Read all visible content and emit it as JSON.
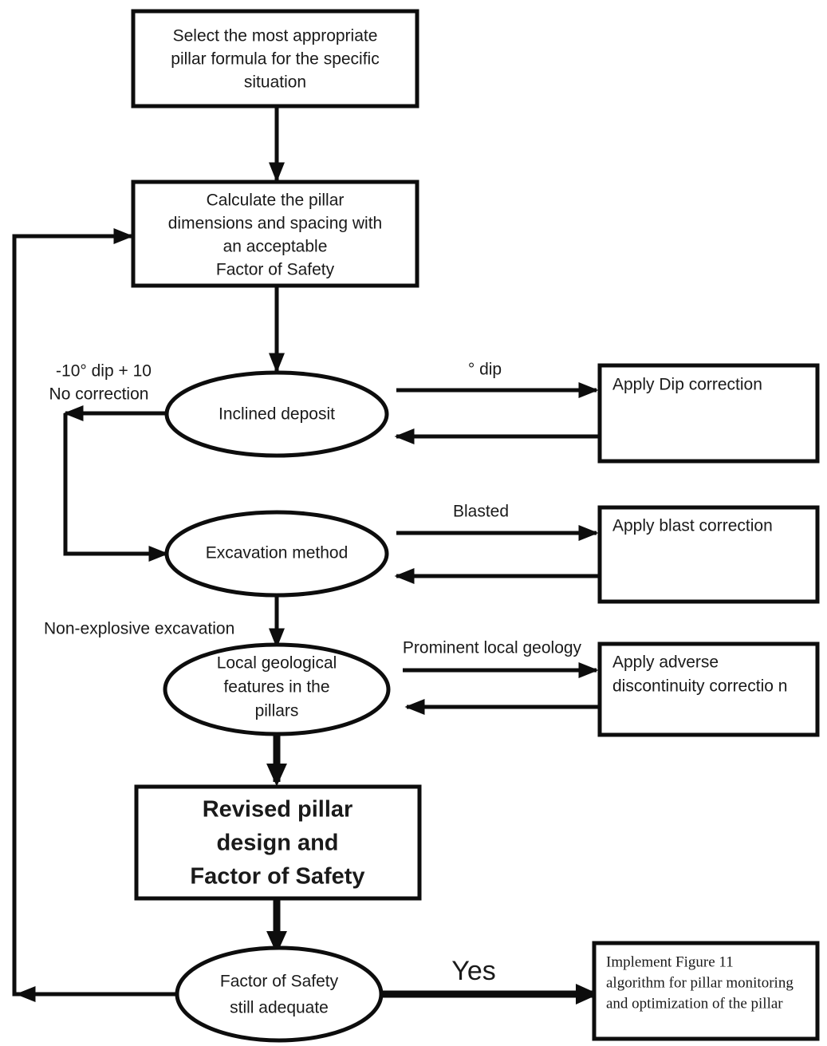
{
  "diagram": {
    "title": "Pillar design and correction flowchart",
    "type": "flowchart",
    "colors": {
      "stroke": "#0d0d0d",
      "fill": "#ffffff",
      "text": "#1a1a1a"
    }
  },
  "nodes": {
    "select_formula": {
      "shape": "rectangle",
      "lines": [
        "Select the most appropriate",
        "pillar formula for the specific",
        "situation"
      ]
    },
    "calculate_dimensions": {
      "shape": "rectangle",
      "lines": [
        "Calculate  the pillar",
        "dimensions  and spacing with",
        "an acceptable",
        "Factor of Safety"
      ]
    },
    "inclined_deposit": {
      "shape": "ellipse",
      "lines": [
        "Inclined deposit"
      ]
    },
    "apply_dip_correction": {
      "shape": "rectangle",
      "lines": [
        "Apply Dip correction"
      ]
    },
    "excavation_method": {
      "shape": "ellipse",
      "lines": [
        "Excavation method"
      ]
    },
    "apply_blast_correction": {
      "shape": "rectangle",
      "lines": [
        "Apply blast correction"
      ]
    },
    "local_geology": {
      "shape": "ellipse",
      "lines": [
        "Local geological",
        "features in the",
        "pillars"
      ]
    },
    "apply_adverse_discontinuity": {
      "shape": "rectangle",
      "lines": [
        "Apply adverse",
        "discontinuity correctio n"
      ]
    },
    "revised_design": {
      "shape": "rectangle",
      "bold": true,
      "lines": [
        "Revised pillar",
        "design and",
        "Factor of Safety"
      ]
    },
    "fos_adequate": {
      "shape": "ellipse",
      "lines": [
        "Factor of Safety",
        "still adequate"
      ]
    },
    "implement_figure_11": {
      "shape": "rectangle",
      "serif": true,
      "lines": [
        "Implement Figure 11",
        "algorithm for pillar monitoring",
        "and optimization of the pillar"
      ]
    }
  },
  "edge_labels": {
    "no_correction": {
      "lines": [
        "-10° dip + 10",
        "No correction"
      ]
    },
    "dip": {
      "lines": [
        "° dip"
      ]
    },
    "blasted": {
      "lines": [
        "Blasted"
      ]
    },
    "non_explosive": {
      "lines": [
        "Non-explosive excavation"
      ]
    },
    "prominent_local_geology": {
      "lines": [
        "Prominent local geology"
      ]
    },
    "yes": {
      "lines": [
        "Yes"
      ]
    }
  }
}
